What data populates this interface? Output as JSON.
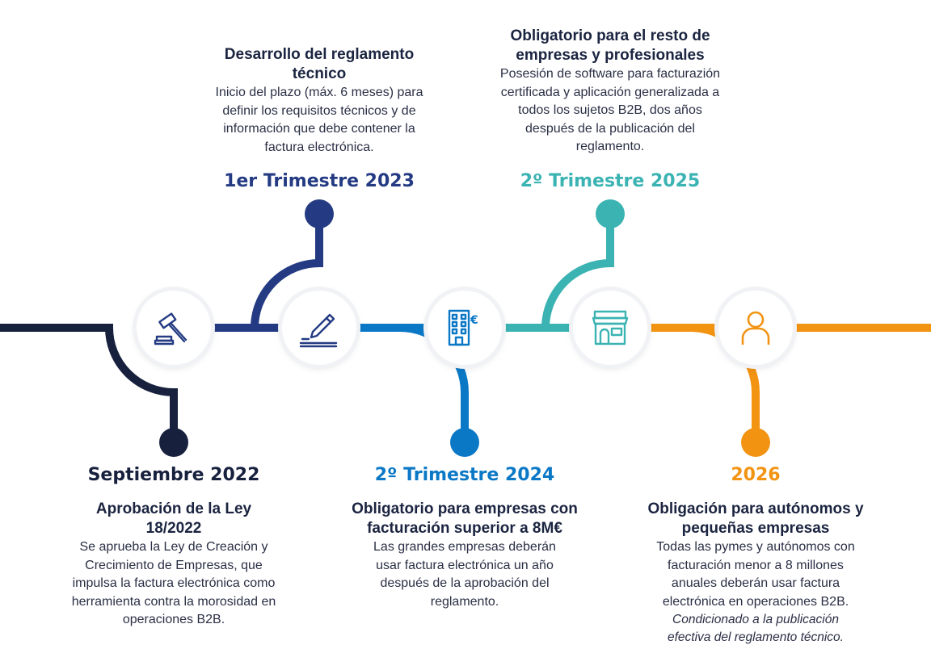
{
  "colors": {
    "navy": "#17213e",
    "indigo": "#243b83",
    "blue": "#0b78c6",
    "teal": "#3bb3b3",
    "orange": "#f29312"
  },
  "milestones": [
    {
      "date": "Septiembre 2022",
      "title": "Aprobación de la Ley 18/2022",
      "desc": "Se aprueba la Ley de Creación y Crecimiento de Empresas, que impulsa la factura electrónica como herramienta contra la morosidad en operaciones B2B.",
      "icon": "gavel-icon"
    },
    {
      "date": "1er Trimestre 2023",
      "title": "Desarrollo del reglamento técnico",
      "desc": "Inicio del plazo (máx. 6 meses) para definir los requisitos técnicos y de información que debe contener la factura electrónica.",
      "icon": "pen-signature-icon"
    },
    {
      "date": "2º Trimestre 2024",
      "title": "Obligatorio para empresas con facturación superior a 8M€",
      "desc": "Las grandes empresas deberán usar factura electrónica un año después de la aprobación del reglamento.",
      "icon": "office-building-euro-icon"
    },
    {
      "date": "2º Trimestre 2025",
      "title": "Obligatorio para el resto de empresas y profesionales",
      "desc": "Posesión de software para facturazión certificada y aplicación generalizada a todos los sujetos B2B, dos años después de la publicación del reglamento.",
      "icon": "shop-icon"
    },
    {
      "date": "2026",
      "title": "Obligación para autónomos y pequeñas empresas",
      "desc": "Todas las pymes y autónomos con facturación menor a 8 millones anuales deberán usar factura electrónica en operaciones B2B.",
      "note": "Condicionado a la publicación efectiva del reglamento técnico.",
      "icon": "person-icon"
    }
  ]
}
